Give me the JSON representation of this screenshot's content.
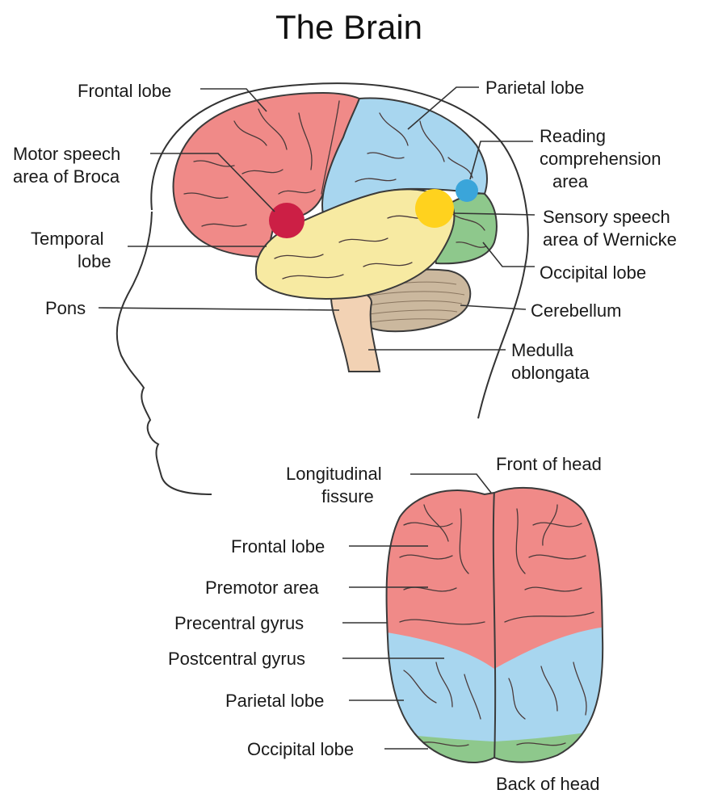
{
  "title": "The Brain",
  "colors": {
    "frontal": "#f08a88",
    "parietal": "#a8d6ef",
    "temporal": "#f7eaa2",
    "occipital": "#8ec88c",
    "cerebellum": "#cbb89e",
    "brainstem": "#f2d2b4",
    "broca": "#cc1f45",
    "wernicke": "#ffd21e",
    "reading": "#3aa5da"
  },
  "side_view": {
    "labels": {
      "frontal_lobe": "Frontal lobe",
      "motor_speech_1": "Motor speech",
      "motor_speech_2": "area of Broca",
      "temporal_1": "Temporal",
      "temporal_2": "lobe",
      "pons": "Pons",
      "parietal_lobe": "Parietal lobe",
      "reading_1": "Reading",
      "reading_2": "comprehension",
      "reading_3": "area",
      "sensory_1": "Sensory speech",
      "sensory_2": "area of Wernicke",
      "occipital_lobe": "Occipital lobe",
      "cerebellum": "Cerebellum",
      "medulla_1": "Medulla",
      "medulla_2": "oblongata"
    }
  },
  "top_view": {
    "labels": {
      "longitudinal_1": "Longitudinal",
      "longitudinal_2": "fissure",
      "front_of_head": "Front of head",
      "frontal_lobe": "Frontal lobe",
      "premotor": "Premotor area",
      "precentral": "Precentral gyrus",
      "postcentral": "Postcentral gyrus",
      "parietal_lobe": "Parietal lobe",
      "occipital_lobe": "Occipital lobe",
      "back_of_head": "Back of head"
    }
  }
}
